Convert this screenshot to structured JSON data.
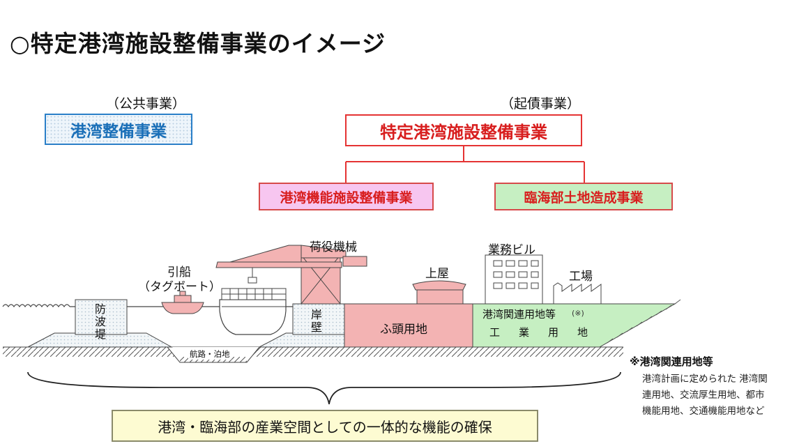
{
  "title": "○特定港湾施設整備事業のイメージ",
  "public": {
    "category": "（公共事業）",
    "name": "港湾整備事業"
  },
  "bond": {
    "category": "（起債事業）",
    "name": "特定港湾施設整備事業",
    "children": [
      "港湾機能施設整備事業",
      "臨海部土地造成事業"
    ]
  },
  "scene": {
    "breakwater": [
      "防",
      "波",
      "堤"
    ],
    "tug": [
      "引船",
      "（タグボート）"
    ],
    "crane": "荷役機械",
    "quay": [
      "岸",
      "壁"
    ],
    "channel": "航路・泊地",
    "pier_land": "ふ頭用地",
    "shed": "上屋",
    "office": "業務ビル",
    "factory": "工場",
    "port_land": "港湾関連用地等",
    "port_land_mark": "(※)",
    "industrial": [
      "工",
      "業",
      "用",
      "地"
    ]
  },
  "note": {
    "title": "※港湾関連用地等",
    "lines": [
      "港湾計画に定められた 港湾関",
      "連用地、交流厚生用地、都市",
      "機能用地、交通機能用地など"
    ]
  },
  "bottom": "港湾・臨海部の産業空間としての一体的な機能の確保",
  "colors": {
    "blue": "#1a6fb8",
    "red": "#d81e1e",
    "pink": "#f7c6f0",
    "green": "#c6efc2",
    "pier": "#f3b3b3",
    "yellow": "#fdfbd2"
  }
}
